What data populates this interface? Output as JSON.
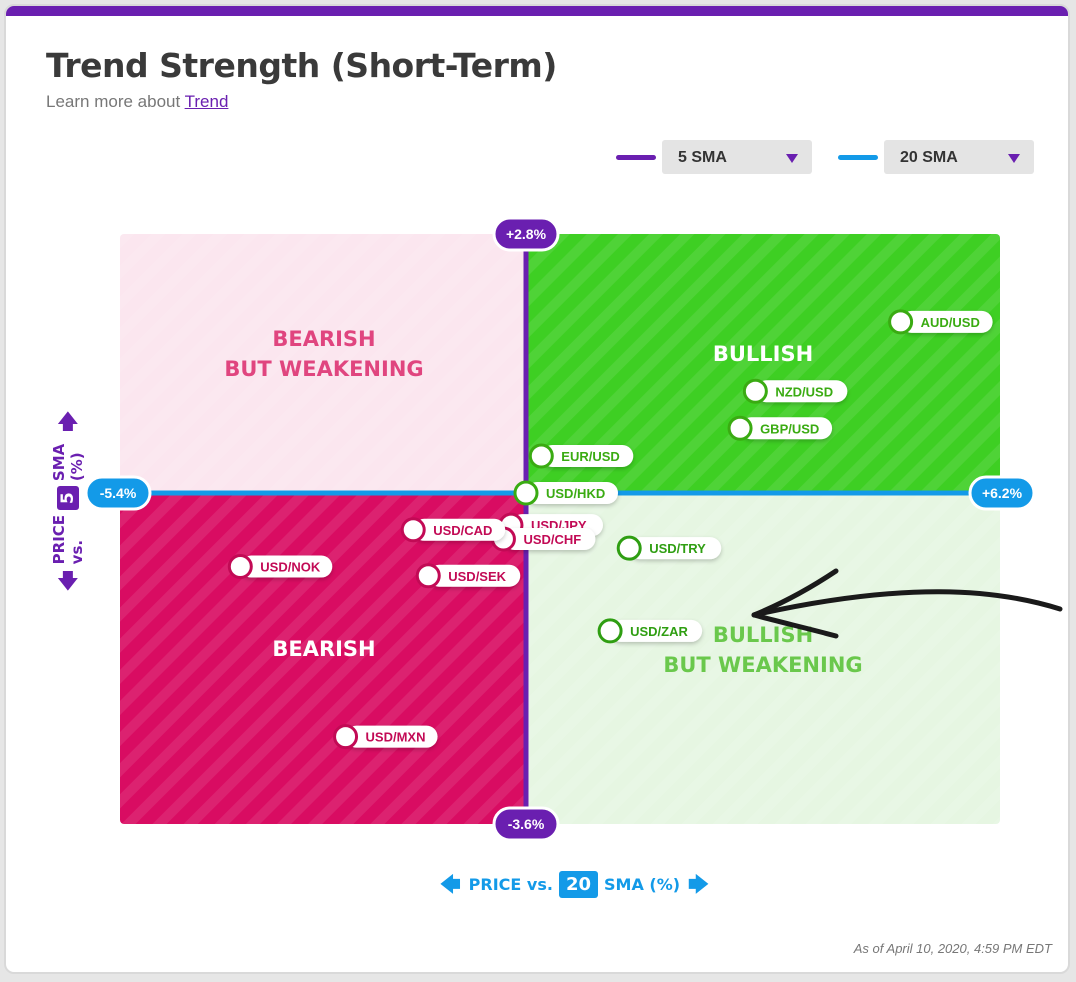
{
  "header": {
    "title": "Trend Strength (Short-Term)",
    "subtitle_prefix": "Learn more about",
    "subtitle_link": "Trend"
  },
  "legend": {
    "sma_short_label": "5 SMA",
    "sma_long_label": "20 SMA",
    "sma_short_color": "#6a1fb0",
    "sma_long_color": "#139ae8"
  },
  "axes": {
    "x_title_prefix": "PRICE vs.",
    "x_title_number": "20",
    "x_title_suffix": "SMA (%)",
    "y_title_prefix": "PRICE vs.",
    "y_title_number": "5",
    "y_title_suffix": "SMA (%)",
    "x_min_label": "-5.4%",
    "x_max_label": "+6.2%",
    "y_max_label": "+2.8%",
    "y_min_label": "-3.6%"
  },
  "footer": {
    "timestamp": "As of April 10, 2020, 4:59 PM EDT"
  },
  "chart_data": {
    "type": "scatter",
    "xlabel": "PRICE vs. 20 SMA (%)",
    "ylabel": "PRICE vs. 5 SMA (%)",
    "xlim": [
      -5.4,
      6.2
    ],
    "ylim": [
      -3.6,
      2.8
    ],
    "quadrants": [
      {
        "name": "BEARISH BUT WEAKENING",
        "lines": [
          "BEARISH",
          "BUT WEAKENING"
        ],
        "position": "top-left",
        "color": "#fbe6ef",
        "text_color": "#e0457f"
      },
      {
        "name": "BULLISH",
        "lines": [
          "BULLISH"
        ],
        "position": "top-right",
        "color": "#3ecf23",
        "text_color": "#ffffff"
      },
      {
        "name": "BEARISH",
        "lines": [
          "BEARISH"
        ],
        "position": "bottom-left",
        "color": "#d90c62",
        "text_color": "#ffffff"
      },
      {
        "name": "BULLISH BUT WEAKENING",
        "lines": [
          "BULLISH",
          "BUT WEAKENING"
        ],
        "position": "bottom-right",
        "color": "#e6f6e2",
        "text_color": "#6ac84c"
      }
    ],
    "points": [
      {
        "label": "AUD/USD",
        "x": 4.9,
        "y": 1.85
      },
      {
        "label": "NZD/USD",
        "x": 3.0,
        "y": 1.1
      },
      {
        "label": "GBP/USD",
        "x": 2.8,
        "y": 0.7
      },
      {
        "label": "EUR/USD",
        "x": 0.2,
        "y": 0.4
      },
      {
        "label": "USD/HKD",
        "x": 0.0,
        "y": 0.0
      },
      {
        "label": "USD/JPY",
        "x": -0.2,
        "y": -0.35
      },
      {
        "label": "USD/CHF",
        "x": -0.3,
        "y": -0.5
      },
      {
        "label": "USD/CAD",
        "x": -1.5,
        "y": -0.4
      },
      {
        "label": "USD/SEK",
        "x": -1.3,
        "y": -0.9
      },
      {
        "label": "USD/NOK",
        "x": -3.8,
        "y": -0.8
      },
      {
        "label": "USD/MXN",
        "x": -2.4,
        "y": -2.65
      },
      {
        "label": "USD/TRY",
        "x": 1.35,
        "y": -0.6
      },
      {
        "label": "USD/ZAR",
        "x": 1.1,
        "y": -1.5
      }
    ]
  }
}
